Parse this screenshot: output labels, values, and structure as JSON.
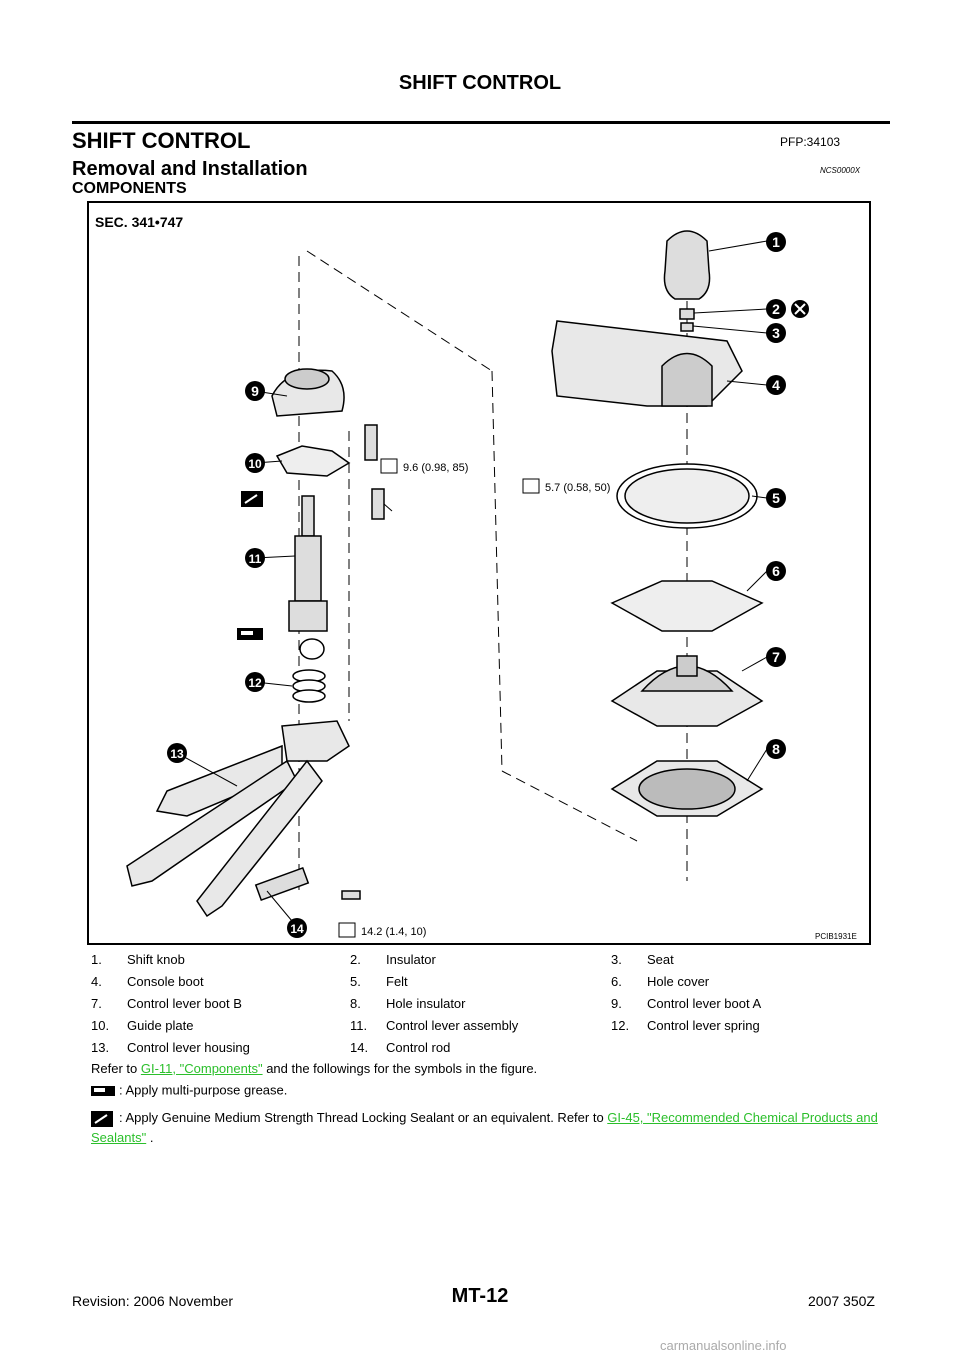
{
  "header": {
    "running_title": "SHIFT CONTROL"
  },
  "section": {
    "title": "SHIFT CONTROL",
    "pfp": "PFP:34103"
  },
  "subsection": {
    "title": "Removal and Installation",
    "code": "NCS0000X",
    "components_title": "COMPONENTS"
  },
  "figure": {
    "sec_label": "SEC. 341•747",
    "figure_id": "PCIB1931E",
    "callouts": [
      "1",
      "2",
      "3",
      "4",
      "5",
      "6",
      "7",
      "8",
      "9",
      "10",
      "11",
      "12",
      "13",
      "14"
    ],
    "torque": [
      "9.6 (0.98, 85)",
      "5.7 (0.58, 50)",
      "14.2 (1.4, 10)"
    ]
  },
  "legend": [
    {
      "num": "1.",
      "label": "Shift knob"
    },
    {
      "num": "2.",
      "label": "Insulator"
    },
    {
      "num": "3.",
      "label": "Seat"
    },
    {
      "num": "4.",
      "label": "Console boot"
    },
    {
      "num": "5.",
      "label": "Felt"
    },
    {
      "num": "6.",
      "label": "Hole cover"
    },
    {
      "num": "7.",
      "label": "Control lever boot B"
    },
    {
      "num": "8.",
      "label": "Hole insulator"
    },
    {
      "num": "9.",
      "label": "Control lever boot A"
    },
    {
      "num": "10.",
      "label": "Guide plate"
    },
    {
      "num": "11.",
      "label": "Control lever assembly"
    },
    {
      "num": "12.",
      "label": "Control lever spring"
    },
    {
      "num": "13.",
      "label": "Control lever housing"
    },
    {
      "num": "14.",
      "label": "Control rod"
    }
  ],
  "refer": {
    "prefix": "Refer to ",
    "link": "GI-11, \"Components\"",
    "suffix": " and the followings for the symbols in the figure."
  },
  "symbols": {
    "grease": ": Apply multi-purpose grease.",
    "locking_prefix": ": Apply Genuine Medium Strength Thread Locking Sealant or an equivalent. Refer to ",
    "locking_link": "GI-45, \"Recommended Chemical Products and Sealants\"",
    "locking_suffix": " ."
  },
  "footer": {
    "revision": "Revision: 2006 November",
    "page": "MT-12",
    "model": "2007 350Z",
    "watermark": "carmanualsonline.info"
  },
  "colors": {
    "link": "#2bbf2b"
  }
}
